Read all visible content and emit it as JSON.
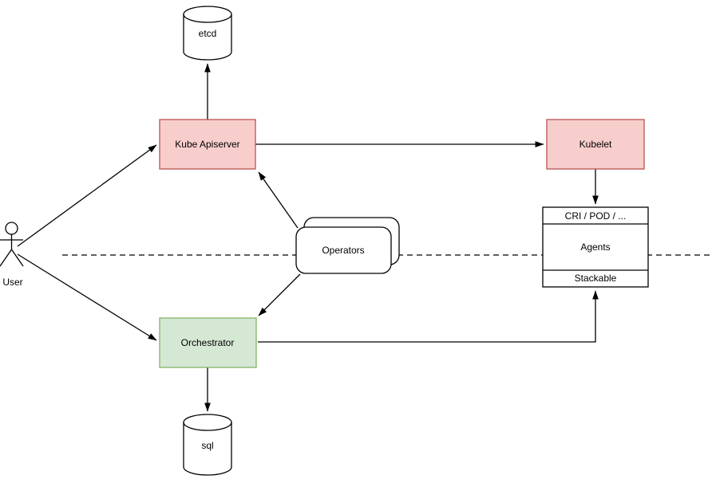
{
  "diagram": {
    "description": "Kubernetes-style architecture diagram",
    "colors": {
      "node_pink_fill": "#f8cecc",
      "node_pink_stroke": "#b85450",
      "node_green_fill": "#d5e8d4",
      "node_green_stroke": "#82b366",
      "shape_fill": "#ffffff",
      "shape_stroke": "#000000",
      "line": "#000000",
      "background": "#ffffff"
    },
    "nodes": {
      "user": {
        "label": "User",
        "shape": "actor"
      },
      "etcd": {
        "label": "etcd",
        "shape": "cylinder"
      },
      "kube_apiserver": {
        "label": "Kube Apiserver",
        "shape": "rect"
      },
      "kubelet": {
        "label": "Kubelet",
        "shape": "rect"
      },
      "operators": {
        "label": "Operators",
        "shape": "stacked-rounded-rect"
      },
      "agents": {
        "header": "CRI / POD / ...",
        "body": "Agents",
        "footer": "Stackable",
        "shape": "sectioned-rect"
      },
      "orchestrator": {
        "label": "Orchestrator",
        "shape": "rect"
      },
      "sql": {
        "label": "sql",
        "shape": "cylinder"
      }
    },
    "edges": [
      {
        "from": "User",
        "to": "Kube Apiserver",
        "arrow": "end",
        "style": "solid"
      },
      {
        "from": "User",
        "to": "Orchestrator",
        "arrow": "end",
        "style": "solid"
      },
      {
        "from": "Kube Apiserver",
        "to": "etcd",
        "arrow": "end",
        "style": "solid"
      },
      {
        "from": "Kube Apiserver",
        "to": "Kubelet",
        "arrow": "end",
        "style": "solid"
      },
      {
        "from": "Operators",
        "to": "Kube Apiserver",
        "arrow": "end",
        "style": "solid"
      },
      {
        "from": "Operators",
        "to": "Orchestrator",
        "arrow": "end",
        "style": "solid"
      },
      {
        "from": "Kubelet",
        "to": "CRI / POD / ...",
        "arrow": "end",
        "style": "solid"
      },
      {
        "from": "Orchestrator",
        "to": "Stackable",
        "arrow": "end",
        "style": "solid-elbow"
      },
      {
        "from": "Orchestrator",
        "to": "sql",
        "arrow": "end",
        "style": "solid"
      }
    ],
    "separator": {
      "style": "dashed-horizontal-line"
    }
  }
}
